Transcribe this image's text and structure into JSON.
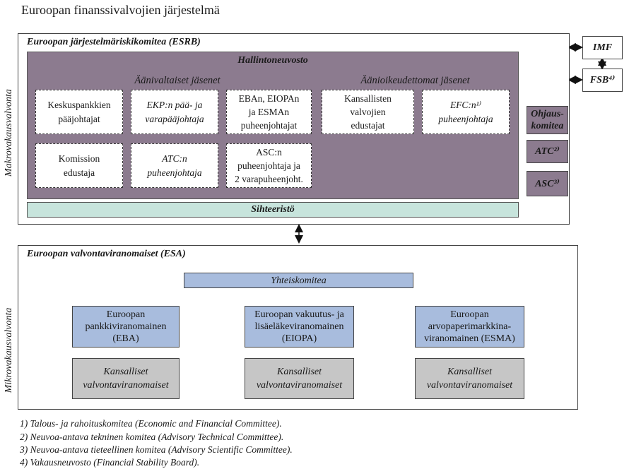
{
  "title": "Euroopan finanssivalvojien järjestelmä",
  "side_labels": {
    "macro": "Makrovakausvalvonta",
    "micro": "Mikrovakausvalvonta"
  },
  "esrb": {
    "title": "Euroopan järjestelmäriskikomitea (ESRB)",
    "board": "Hallintoneuvosto",
    "voting_header": "Äänivaltaiset jäsenet",
    "nonvoting_header": "Äänioikeudettomat jäsenet",
    "voting_members": [
      "Keskuspankkien\npääjohtajat",
      "EKP:n pää- ja\nvarapääjohtaja",
      "EBAn, EIOPAn\nja ESMAn\npuheenjohtajat",
      "Komission\nedustaja",
      "ATC:n\npuheenjohtaja",
      "ASC:n\npuheenjohtaja ja\n2 varapuheenjoht."
    ],
    "nonvoting_members": [
      "Kansallisten\nvalvojien\nedustajat",
      "EFC:n¹⁾\npuheenjohtaja"
    ],
    "committees": [
      "Ohjaus-\nkomitea",
      "ATC²⁾",
      "ASC³⁾"
    ],
    "secretariat": "Sihteeristö"
  },
  "external": {
    "imf": "IMF",
    "fsb": "FSB⁴⁾"
  },
  "esa": {
    "title": "Euroopan valvontaviranomaiset (ESA)",
    "joint_committee": "Yhteiskomitea",
    "authorities": [
      "Euroopan\npankkiviranomainen\n(EBA)",
      "Euroopan vakuutus- ja\nlisäeläkeviranomainen\n(EIOPA)",
      "Euroopan\narvopaperimarkkina-\nviranomainen (ESMA)"
    ],
    "national": "Kansalliset\nvalvontaviranomaiset"
  },
  "footnotes": [
    "1) Talous- ja rahoituskomitea (Economic and Financial Committee).",
    "2) Neuvoa-antava tekninen komitea (Advisory Technical Committee).",
    "3) Neuvoa-antava tieteellinen komitea (Advisory Scientific Committee).",
    "4) Vakausneuvosto (Financial Stability Board)."
  ],
  "colors": {
    "board": "#8c7b8f",
    "secretariat": "#c7e4dc",
    "authority": "#a8bcdd",
    "national": "#c6c6c6"
  }
}
